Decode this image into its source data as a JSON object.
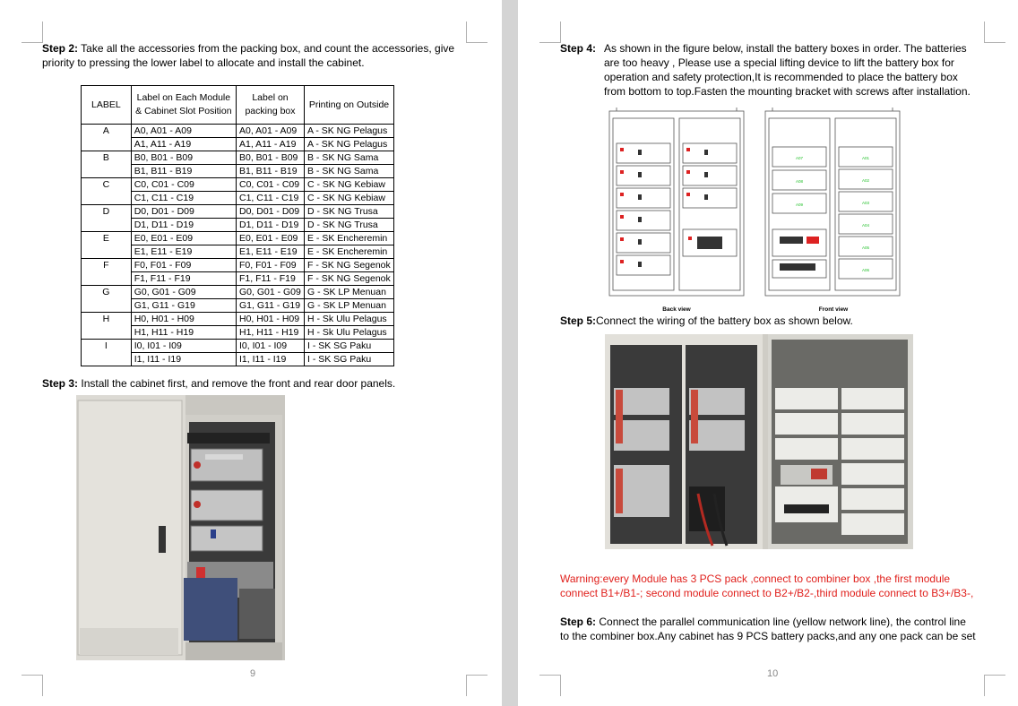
{
  "left_page": {
    "step2": {
      "label": "Step 2:",
      "text": "Take all the accessories from the packing box, and count the accessories, give priority to pressing the lower label to allocate and install the cabinet."
    },
    "table": {
      "headers": [
        "LABEL",
        "Label on Each Module & Cabinet Slot Position",
        "Label on packing box",
        "Printing on Outside"
      ],
      "groups": [
        {
          "label": "A",
          "rows": [
            [
              "A0, A01 - A09",
              "A0, A01 - A09",
              "A - SK NG Pelagus"
            ],
            [
              "A1, A11 - A19",
              "A1, A11 - A19",
              "A - SK NG Pelagus"
            ]
          ]
        },
        {
          "label": "B",
          "rows": [
            [
              "B0, B01 - B09",
              "B0, B01 - B09",
              "B - SK NG Sama"
            ],
            [
              "B1, B11 - B19",
              "B1, B11 - B19",
              "B - SK NG Sama"
            ]
          ]
        },
        {
          "label": "C",
          "rows": [
            [
              "C0, C01 - C09",
              "C0, C01 - C09",
              "C - SK NG Kebiaw"
            ],
            [
              "C1, C11 - C19",
              "C1, C11 - C19",
              "C - SK NG Kebiaw"
            ]
          ]
        },
        {
          "label": "D",
          "rows": [
            [
              "D0, D01 - D09",
              "D0, D01 - D09",
              "D - SK NG Trusa"
            ],
            [
              "D1, D11 - D19",
              "D1, D11 - D19",
              "D - SK NG Trusa"
            ]
          ]
        },
        {
          "label": "E",
          "rows": [
            [
              "E0, E01 - E09",
              "E0, E01 - E09",
              "E - SK Encheremin"
            ],
            [
              "E1, E11 - E19",
              "E1, E11 - E19",
              "E - SK Encheremin"
            ]
          ]
        },
        {
          "label": "F",
          "rows": [
            [
              "F0, F01 - F09",
              "F0, F01 - F09",
              "F - SK NG Segenok"
            ],
            [
              "F1, F11 - F19",
              "F1, F11 - F19",
              "F - SK NG Segenok"
            ]
          ]
        },
        {
          "label": "G",
          "rows": [
            [
              "G0, G01 - G09",
              "G0, G01 - G09",
              "G - SK LP Menuan"
            ],
            [
              "G1, G11 - G19",
              "G1, G11 - G19",
              "G - SK LP Menuan"
            ]
          ]
        },
        {
          "label": "H",
          "rows": [
            [
              "H0, H01 - H09",
              "H0, H01 - H09",
              "H - Sk Ulu Pelagus"
            ],
            [
              "H1, H11 - H19",
              "H1, H11 - H19",
              "H - Sk Ulu Pelagus"
            ]
          ]
        },
        {
          "label": "I",
          "rows": [
            [
              "I0, I01 - I09",
              "I0, I01 - I09",
              "I - SK SG Paku"
            ],
            [
              "I1, I11 - I19",
              "I1, I11 - I19",
              "I - SK SG Paku"
            ]
          ]
        }
      ]
    },
    "step3": {
      "label": "Step 3:",
      "text": "Install the cabinet first, and remove the front and rear door panels."
    },
    "page_number": "9"
  },
  "right_page": {
    "step4": {
      "label": "Step 4:",
      "lines": [
        "As shown in the figure below, install the battery boxes in order. The batteries",
        "are too heavy , Please use a special lifting device to lift the battery box for",
        "operation and safety protection,It is recommended to place the battery box",
        "from bottom to top.Fasten the mounting bracket with screws after installation."
      ]
    },
    "diagram": {
      "back_caption": "Back view",
      "front_caption": "Front view",
      "front_slot_labels_left": [
        "A07",
        "A08",
        "A09"
      ],
      "front_slot_labels_right": [
        "A01",
        "A02",
        "A03",
        "A04",
        "A05",
        "A06"
      ]
    },
    "step5": {
      "label": "Step 5:",
      "text": "Connect the wiring of the battery box as shown below."
    },
    "warning": {
      "lines": [
        "Warning:every Module has 3 PCS pack ,connect to combiner box ,the first module",
        "connect B1+/B1-; second module connect to B2+/B2-,third module connect to B3+/B3-,"
      ]
    },
    "step6": {
      "label": "Step 6:",
      "lines": [
        "Connect the parallel communication line (yellow network line), the control line",
        "to the combiner box.Any cabinet has 9 PCS battery packs,and any one pack can be set"
      ]
    },
    "page_number": "10"
  },
  "colors": {
    "warning_text": "#e0201c",
    "diagram_slot_label": "#22c02a",
    "viewer_background": "#d4d4d4"
  }
}
